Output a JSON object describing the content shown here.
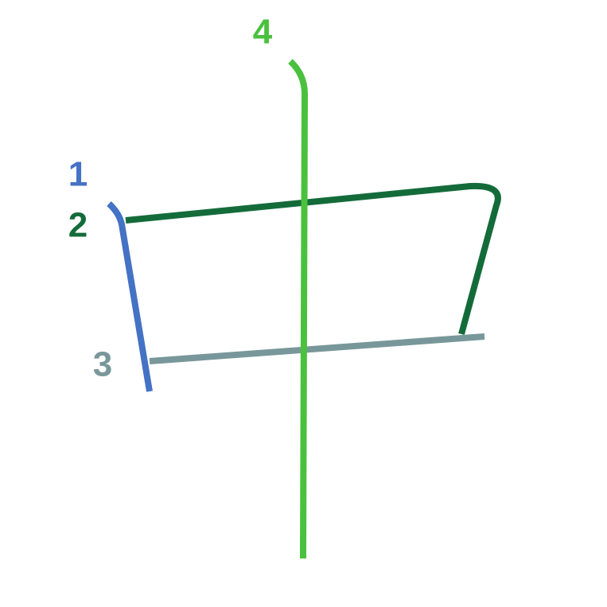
{
  "strokes": [
    {
      "label": "1",
      "color": "#4472c4"
    },
    {
      "label": "2",
      "color": "#146b3a"
    },
    {
      "label": "3",
      "color": "#78979a"
    },
    {
      "label": "4",
      "color": "#4ac13e"
    }
  ]
}
